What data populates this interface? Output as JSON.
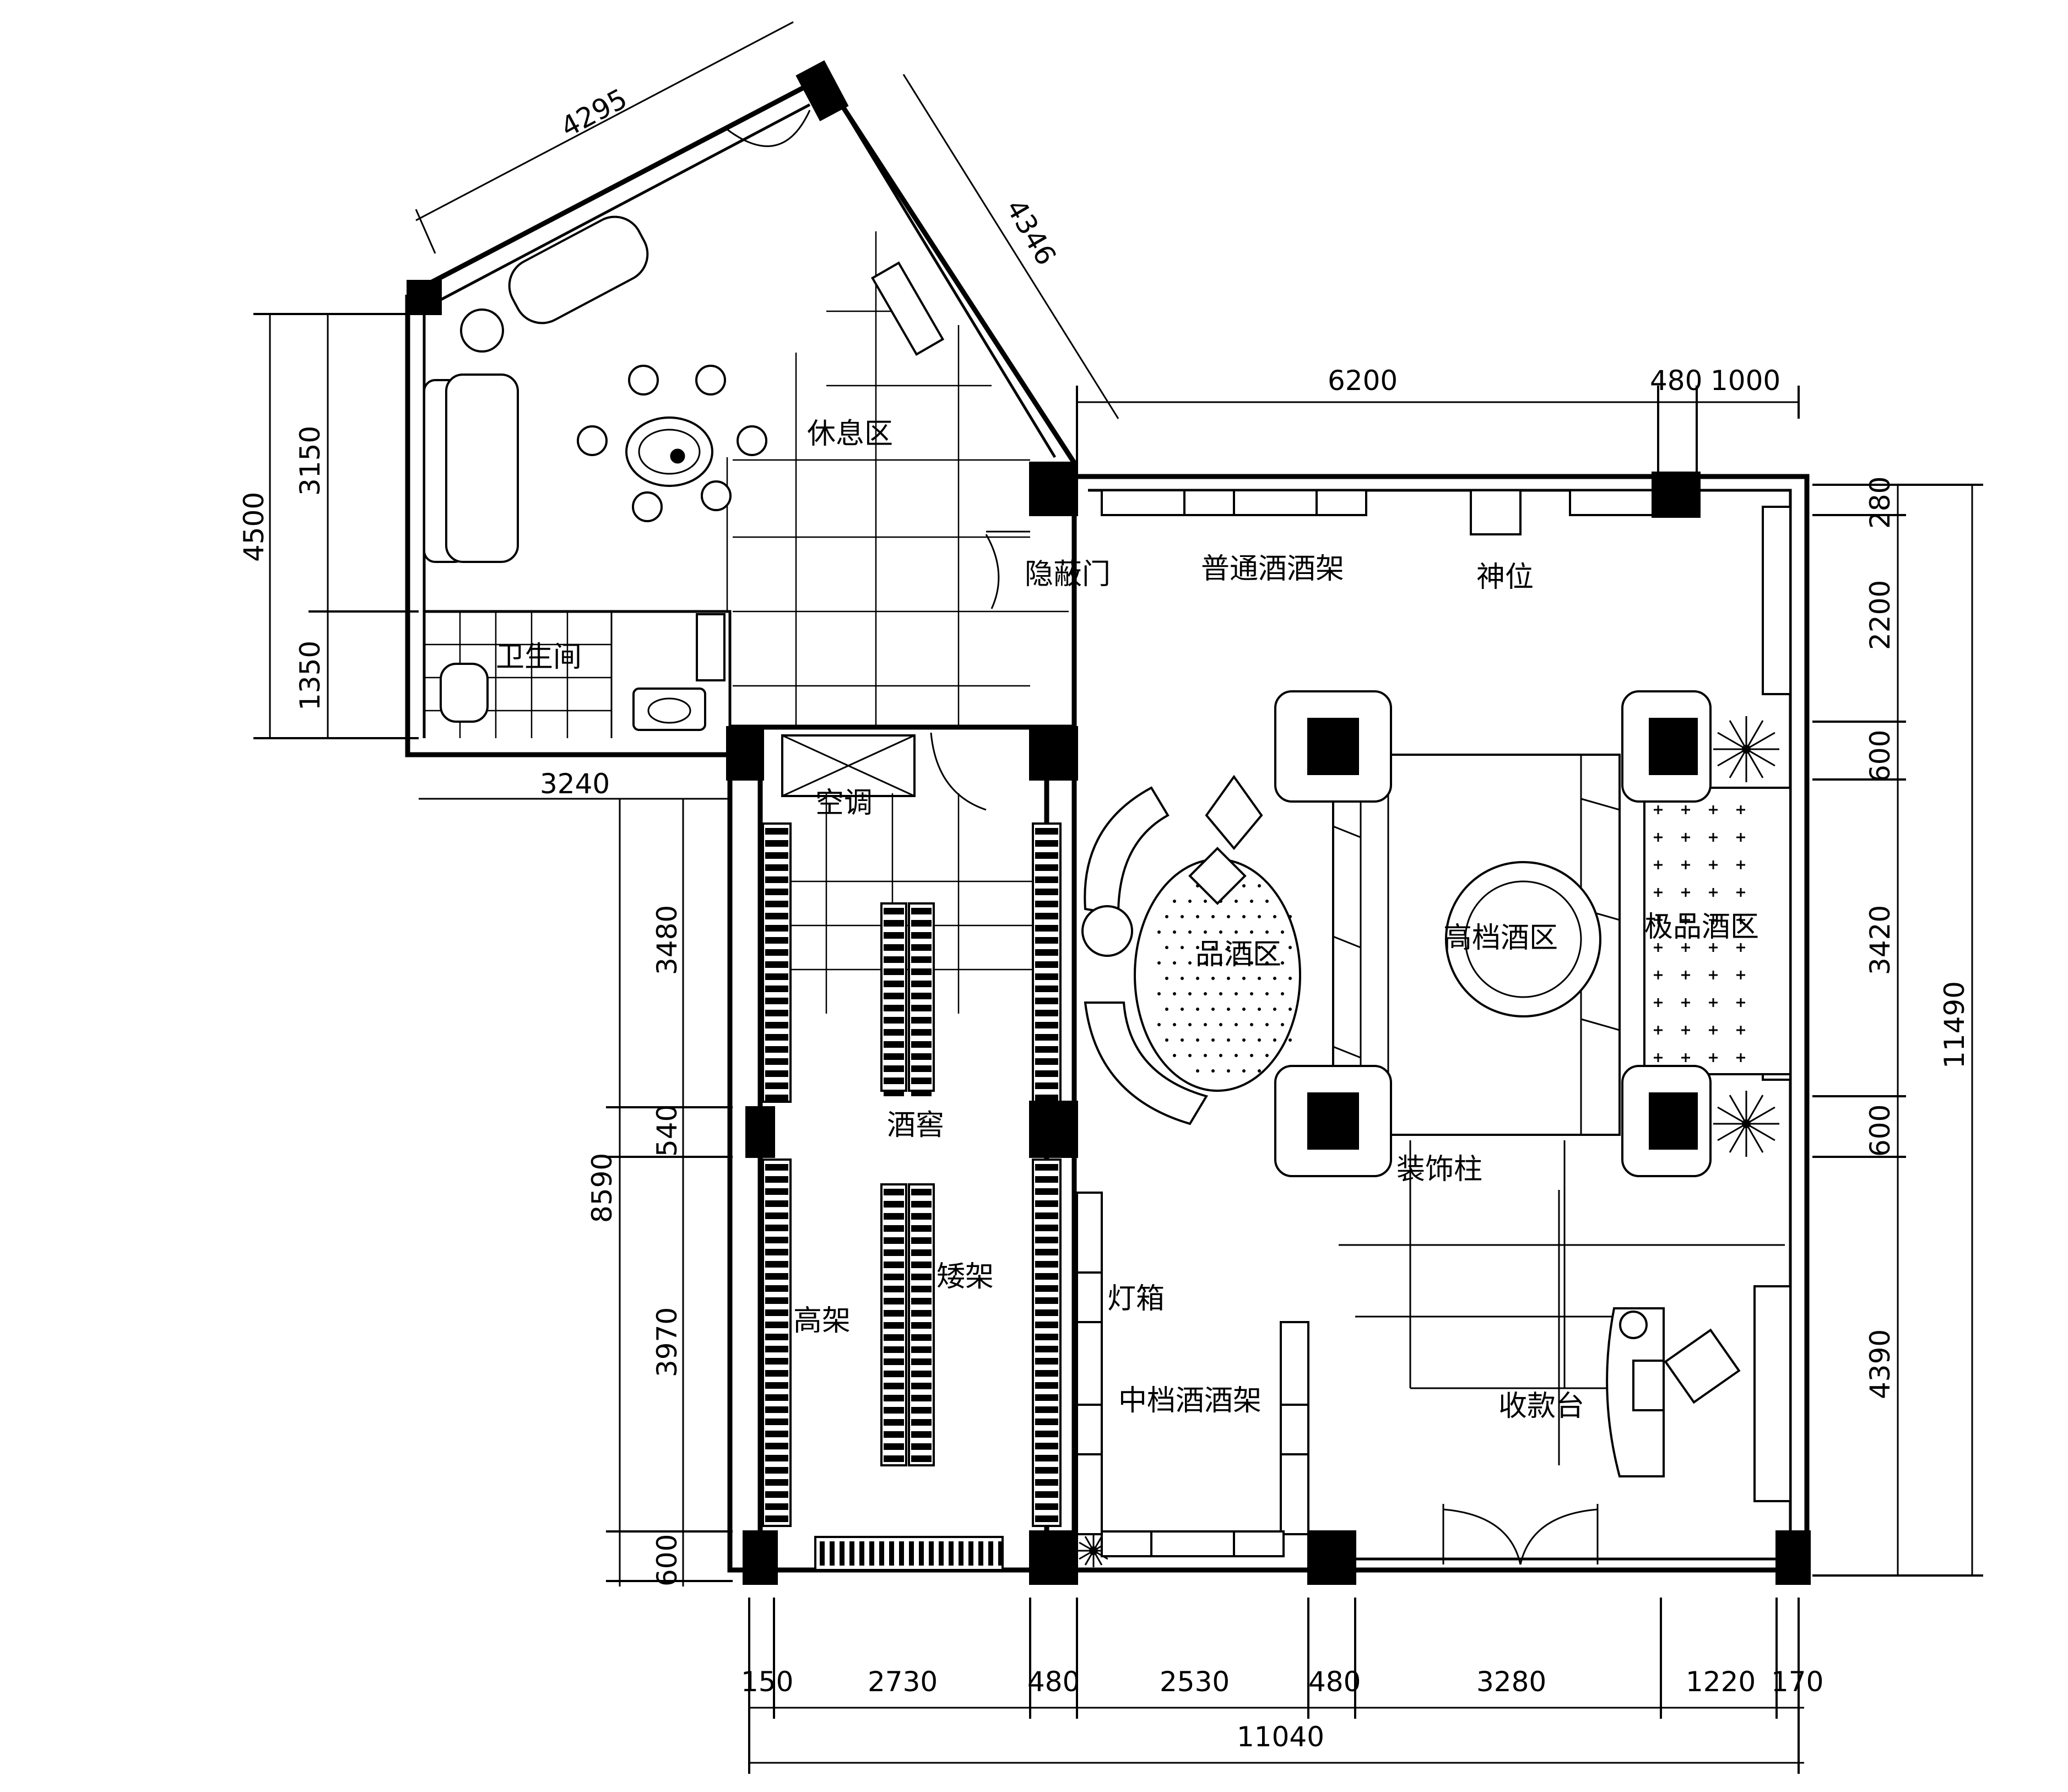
{
  "rooms": {
    "lounge": "休息区",
    "hidden_door": "隐蔽门",
    "toilet": "卫生间",
    "aircon": "空调",
    "cellar": "酒窖",
    "tall_rack": "高架",
    "low_rack": "矮架",
    "lightbox": "灯箱",
    "mid_rack": "中档酒酒架",
    "regular_rack": "普通酒酒架",
    "shrine": "神位",
    "tasting": "品酒区",
    "premium": "高档酒区",
    "top_grade": "极品酒区",
    "deco_column": "装饰柱",
    "cashier": "收款台"
  },
  "dimensions": {
    "top_4295": "4295",
    "top_4346": "4346",
    "top_6200": "6200",
    "top_480": "480",
    "top_1000": "1000",
    "left_4500": "4500",
    "left_3150": "3150",
    "left_1350": "1350",
    "left_3240": "3240",
    "left_8590": "8590",
    "left_3480": "3480",
    "left_540": "540",
    "left_3970": "3970",
    "left_600": "600",
    "right_280": "280",
    "right_2200": "2200",
    "right_600a": "600",
    "right_3420": "3420",
    "right_600b": "600",
    "right_4390": "4390",
    "right_11490": "11490",
    "bottom_150": "150",
    "bottom_2730": "2730",
    "bottom_480a": "480",
    "bottom_2530": "2530",
    "bottom_480b": "480",
    "bottom_3280": "3280",
    "bottom_1220": "1220",
    "bottom_170": "170",
    "bottom_11040": "11040"
  }
}
